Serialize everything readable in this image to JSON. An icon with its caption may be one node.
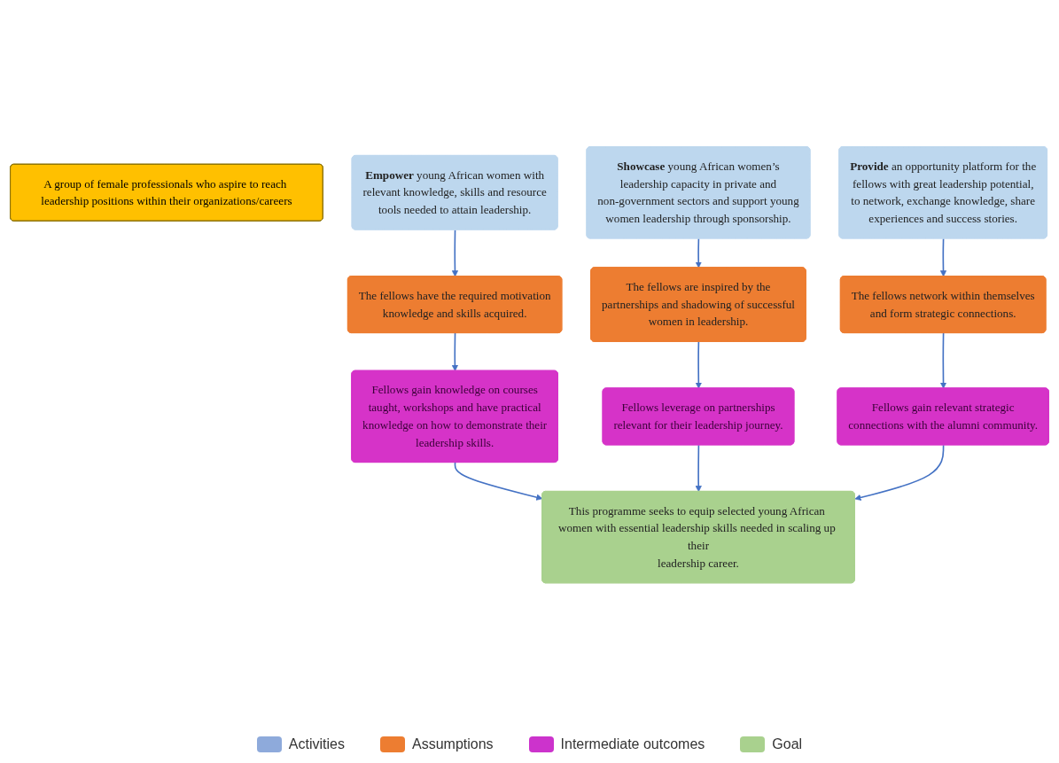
{
  "diagram": {
    "nodes": [
      {
        "text": [
          "A group of female professionals who aspire to reach leadership positions within their organizations/careers"
        ]
      },
      {
        "text": [
          "**Empower** young African women with relevant knowledge, skills and resource tools needed to attain leadership."
        ]
      },
      {
        "text": [
          "**Showcase** young African women’s leadership capacity in private and non-government sectors and support young women leadership through sponsorship."
        ]
      },
      {
        "text": [
          "**Provide** an opportunity platform for the fellows with great leadership potential, to network, exchange knowledge, share experiences and success stories."
        ]
      },
      {
        "text": [
          "The fellows have the required motivation knowledge and skills acquired."
        ]
      },
      {
        "text": [
          "The fellows are inspired by the partnerships and shadowing of successful women in leadership."
        ]
      },
      {
        "text": [
          "The fellows network within themselves and form strategic connections."
        ]
      },
      {
        "text": [
          "Fellows gain knowledge on courses taught, workshops and have practical knowledge on how to demonstrate their leadership skills."
        ]
      },
      {
        "text": [
          "Fellows leverage on partnerships relevant for their leadership journey."
        ]
      },
      {
        "text": [
          "Fellows gain relevant strategic connections with the alumni community."
        ]
      },
      {
        "text": [
          "This programme seeks to equip selected young African women with essential leadership skills needed in scaling up their leadership career."
        ]
      }
    ],
    "edges": [
      {
        "from": 1,
        "to": 4,
        "arrow": "to"
      },
      {
        "from": 2,
        "to": 5,
        "arrow": "to"
      },
      {
        "from": 3,
        "to": 6,
        "arrow": "to"
      },
      {
        "from": 4,
        "to": 7,
        "arrow": "to"
      },
      {
        "from": 5,
        "to": 8,
        "arrow": "to"
      },
      {
        "from": 6,
        "to": 9,
        "arrow": "to"
      },
      {
        "from": 7,
        "to": 10,
        "arrow": "to"
      },
      {
        "from": 8,
        "to": 10,
        "arrow": "to"
      },
      {
        "from": 9,
        "to": 10,
        "arrow": "to"
      }
    ],
    "legend": [
      {
        "text": "Activities",
        "color": "#8eaadb"
      },
      {
        "text": "Assumptions",
        "color": "#ed7d31"
      },
      {
        "text": "Intermediate outcomes",
        "color": "#cc33cc"
      },
      {
        "text": "Goal",
        "color": "#a9d18e"
      }
    ]
  }
}
